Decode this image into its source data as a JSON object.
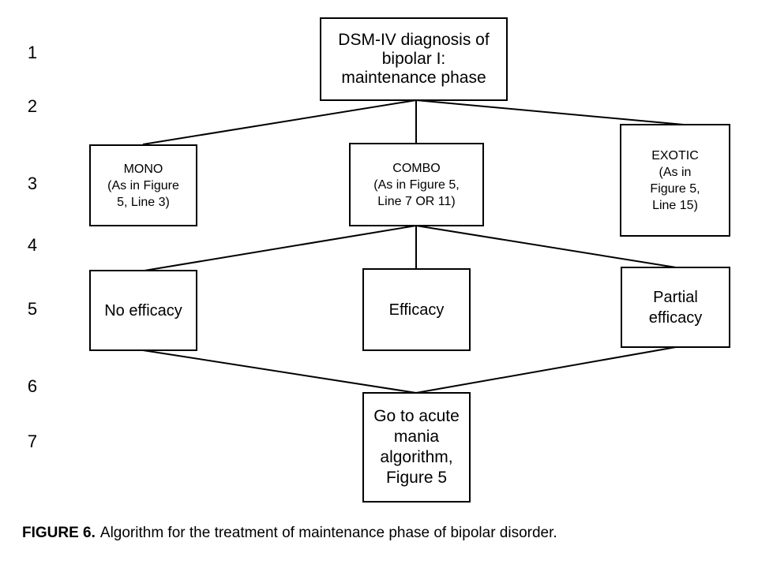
{
  "line_numbers": [
    "1",
    "2",
    "3",
    "4",
    "5",
    "6",
    "7"
  ],
  "nodes": {
    "dsm": "DSM-IV diagnosis of\nbipolar I:\nmaintenance phase",
    "mono": "MONO\n(As in Figure\n5, Line 3)",
    "combo": "COMBO\n(As in Figure 5,\nLine 7 OR 11)",
    "exotic": "EXOTIC\n(As in\nFigure 5,\nLine 15)",
    "no_efficacy": "No efficacy",
    "efficacy": "Efficacy",
    "partial_efficacy": "Partial\nefficacy",
    "acute_mania": "Go to acute\nmania\nalgorithm,\nFigure 5"
  },
  "caption": {
    "label": "FIGURE 6.",
    "text": "Algorithm for the treatment of maintenance phase of bipolar disorder."
  }
}
